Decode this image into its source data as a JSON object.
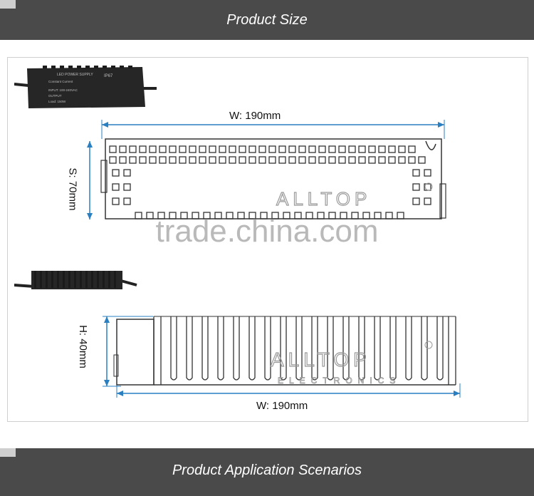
{
  "header": {
    "title": "Product Size"
  },
  "footer": {
    "title": "Product Application Scenarios"
  },
  "top_view": {
    "width_label": "W: 190mm",
    "side_label": "S: 70mm",
    "brand": "ALLTOP"
  },
  "side_view": {
    "width_label": "W: 190mm",
    "height_label": "H: 40mm",
    "brand": "ALLTOP",
    "sub_brand": "ELECTRONICS"
  },
  "label_text": {
    "line1": "LED POWER SUPPLY",
    "line2": "Constant Current",
    "line3": "IP67",
    "line4": "INPUT: 100-240VAC",
    "line5": "OUTPUT",
    "line6": "Load: 150W"
  },
  "watermark": "trade.china.com",
  "colors": {
    "banner": "#4a4a4a",
    "dimension": "#2a7fc0",
    "outline": "#3a3a3a"
  }
}
